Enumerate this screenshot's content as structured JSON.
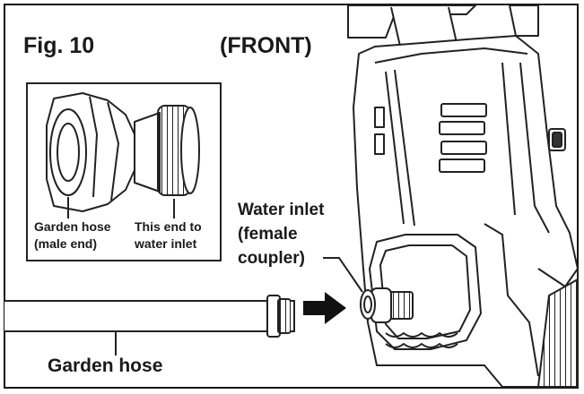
{
  "figure": {
    "title": "Fig. 10",
    "view_label": "(FRONT)"
  },
  "inset": {
    "left_label": [
      "Garden hose",
      "(male end)"
    ],
    "right_label": [
      "This end to",
      "water inlet"
    ]
  },
  "callouts": {
    "water_inlet": [
      "Water inlet",
      "(female",
      "coupler)"
    ],
    "garden_hose": "Garden hose"
  },
  "icons": {
    "arrow": "arrow-right-icon"
  }
}
